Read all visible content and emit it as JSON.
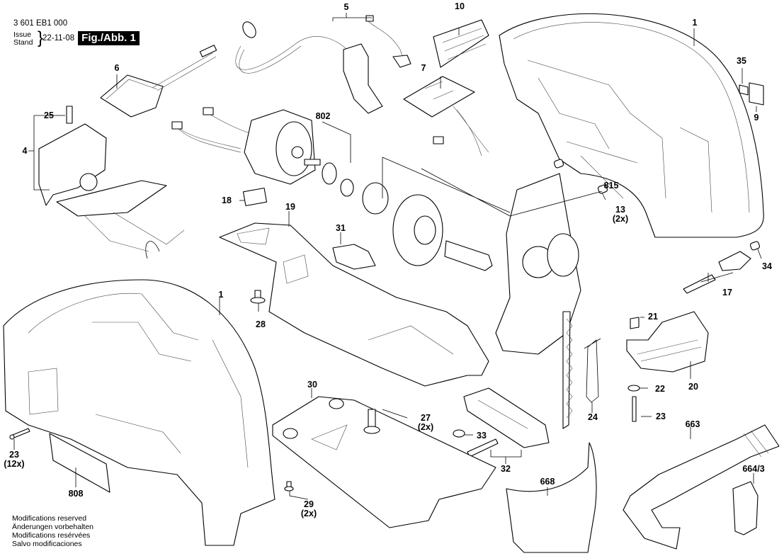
{
  "header": {
    "part_number": "3 601 EB1 000",
    "issue_label_en": "Issue",
    "issue_label_de": "Stand",
    "issue_date": "22-11-08",
    "figure_label": "Fig./Abb. 1"
  },
  "footer": {
    "notes": [
      "Modifications reserved",
      "Änderungen vorbehalten",
      "Modifications resérvées",
      "Salvo modificaciones"
    ]
  },
  "callouts": [
    {
      "id": "5",
      "label": "5",
      "qty": ""
    },
    {
      "id": "10",
      "label": "10",
      "qty": ""
    },
    {
      "id": "1-top",
      "label": "1",
      "qty": ""
    },
    {
      "id": "6",
      "label": "6",
      "qty": ""
    },
    {
      "id": "7",
      "label": "7",
      "qty": ""
    },
    {
      "id": "35",
      "label": "35",
      "qty": ""
    },
    {
      "id": "9",
      "label": "9",
      "qty": ""
    },
    {
      "id": "25",
      "label": "25",
      "qty": ""
    },
    {
      "id": "4",
      "label": "4",
      "qty": ""
    },
    {
      "id": "802",
      "label": "802",
      "qty": ""
    },
    {
      "id": "815",
      "label": "815",
      "qty": ""
    },
    {
      "id": "13",
      "label": "13",
      "qty": "(2x)"
    },
    {
      "id": "18",
      "label": "18",
      "qty": ""
    },
    {
      "id": "19",
      "label": "19",
      "qty": ""
    },
    {
      "id": "31",
      "label": "31",
      "qty": ""
    },
    {
      "id": "34",
      "label": "34",
      "qty": ""
    },
    {
      "id": "17",
      "label": "17",
      "qty": ""
    },
    {
      "id": "1-bottom",
      "label": "1",
      "qty": ""
    },
    {
      "id": "28",
      "label": "28",
      "qty": ""
    },
    {
      "id": "21",
      "label": "21",
      "qty": ""
    },
    {
      "id": "20",
      "label": "20",
      "qty": ""
    },
    {
      "id": "22",
      "label": "22",
      "qty": ""
    },
    {
      "id": "30",
      "label": "30",
      "qty": ""
    },
    {
      "id": "27",
      "label": "27",
      "qty": "(2x)"
    },
    {
      "id": "24",
      "label": "24",
      "qty": ""
    },
    {
      "id": "23-right",
      "label": "23",
      "qty": ""
    },
    {
      "id": "33",
      "label": "33",
      "qty": ""
    },
    {
      "id": "663",
      "label": "663",
      "qty": ""
    },
    {
      "id": "23-left",
      "label": "23",
      "qty": "(12x)"
    },
    {
      "id": "32",
      "label": "32",
      "qty": ""
    },
    {
      "id": "664-3",
      "label": "664/3",
      "qty": ""
    },
    {
      "id": "668",
      "label": "668",
      "qty": ""
    },
    {
      "id": "808",
      "label": "808",
      "qty": ""
    },
    {
      "id": "29",
      "label": "29",
      "qty": "(2x)"
    }
  ]
}
